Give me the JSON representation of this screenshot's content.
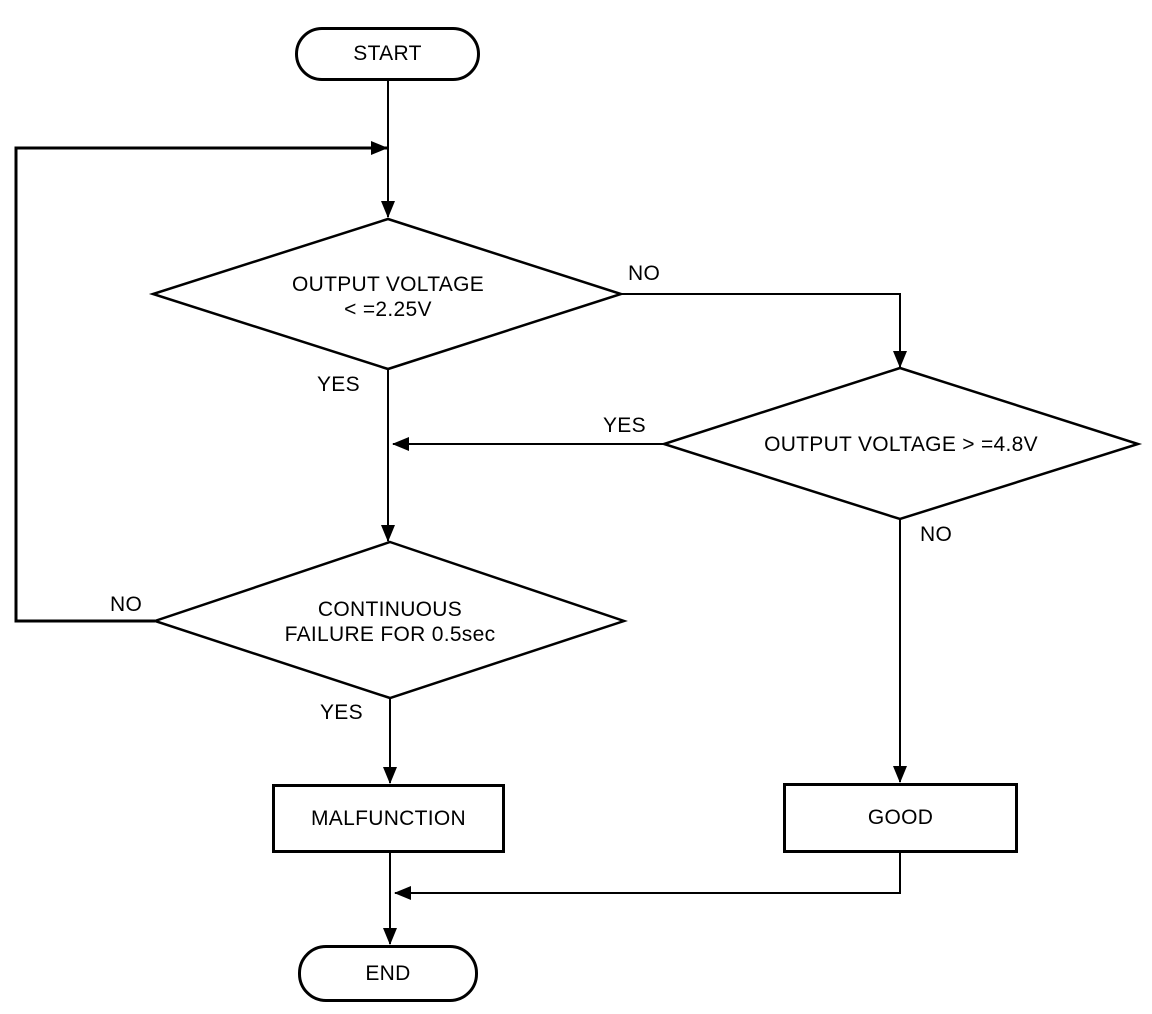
{
  "diagram": {
    "background": "#ffffff",
    "line_color": "#000000",
    "nodes": {
      "start": {
        "type": "terminal",
        "label": "START"
      },
      "decision_voltage_low": {
        "type": "decision",
        "label": "OUTPUT VOLTAGE\n< =2.25V"
      },
      "decision_voltage_high": {
        "type": "decision",
        "label": "OUTPUT VOLTAGE > =4.8V"
      },
      "decision_continuous_failure": {
        "type": "decision",
        "label": "CONTINUOUS\nFAILURE FOR 0.5sec"
      },
      "malfunction": {
        "type": "process",
        "label": "MALFUNCTION"
      },
      "good": {
        "type": "process",
        "label": "GOOD"
      },
      "end": {
        "type": "terminal",
        "label": "END"
      }
    },
    "edges": [
      {
        "from": "start",
        "to": "decision_voltage_low",
        "label": ""
      },
      {
        "from": "decision_voltage_low",
        "to": "decision_voltage_high",
        "label": "NO"
      },
      {
        "from": "decision_voltage_low",
        "to": "decision_continuous_failure",
        "label": "YES"
      },
      {
        "from": "decision_voltage_high",
        "to": "decision_continuous_failure",
        "label": "YES"
      },
      {
        "from": "decision_voltage_high",
        "to": "good",
        "label": "NO"
      },
      {
        "from": "decision_continuous_failure",
        "to": "decision_voltage_low",
        "label": "NO"
      },
      {
        "from": "decision_continuous_failure",
        "to": "malfunction",
        "label": "YES"
      },
      {
        "from": "malfunction",
        "to": "end",
        "label": ""
      },
      {
        "from": "good",
        "to": "end",
        "label": ""
      }
    ]
  }
}
